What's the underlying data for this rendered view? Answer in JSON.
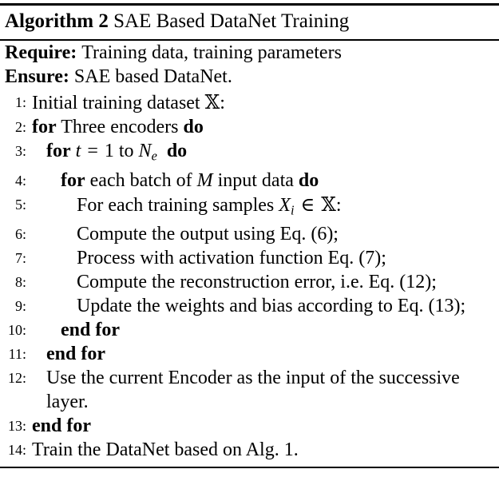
{
  "algorithm": {
    "label": "Algorithm 2",
    "title": "SAE Based DataNet Training",
    "require_keyword": "Require:",
    "require_text": "Training data, training parameters",
    "ensure_keyword": "Ensure:",
    "ensure_text": "SAE based DataNet.",
    "steps": [
      {
        "number": "1:",
        "indent": 1,
        "text": "Initial training dataset 𝕏:",
        "parts": {
          "lead": "Initial training dataset",
          "symbol": "𝕏",
          "trail": ":"
        }
      },
      {
        "number": "2:",
        "indent": 1,
        "text": "for Three encoders do",
        "parts": {
          "kw1": "for",
          "mid": "Three encoders",
          "kw2": "do"
        }
      },
      {
        "number": "3:",
        "indent": 2,
        "text": "for t = 1 to N_e do",
        "parts": {
          "kw1": "for",
          "var": "t",
          "eq": "=",
          "one": "1",
          "to": "to",
          "nvar": "N",
          "nsub": "e",
          "kw2": "do"
        }
      },
      {
        "number": "4:",
        "indent": 3,
        "text": "for each batch of M input data do",
        "parts": {
          "kw1": "for",
          "mid1": "each batch of",
          "mvar": "M",
          "mid2": "input data",
          "kw2": "do"
        }
      },
      {
        "number": "5:",
        "indent": 4,
        "text": "For each training samples X_i ∈ 𝕏:",
        "parts": {
          "lead": "For each training samples",
          "xvar": "X",
          "xsub": "i",
          "elem": "∈",
          "symbol": "𝕏",
          "trail": ":"
        }
      },
      {
        "number": "6:",
        "indent": 4,
        "text": "Compute the output using Eq. (6);"
      },
      {
        "number": "7:",
        "indent": 4,
        "text": "Process with activation function Eq. (7);"
      },
      {
        "number": "8:",
        "indent": 4,
        "text": "Compute the reconstruction error, i.e. Eq. (12);"
      },
      {
        "number": "9:",
        "indent": 4,
        "justified": true,
        "text": "Update the weights and bias according to Eq. (13);"
      },
      {
        "number": "10:",
        "indent": 3,
        "bold": true,
        "text": "end for"
      },
      {
        "number": "11:",
        "indent": 2,
        "bold": true,
        "text": "end for"
      },
      {
        "number": "12:",
        "indent": 2,
        "text": "Use the current Encoder as the input of the successive layer."
      },
      {
        "number": "13:",
        "indent": 1,
        "bold": true,
        "text": "end for"
      },
      {
        "number": "14:",
        "indent": 1,
        "text": "Train the DataNet based on Alg. 1."
      }
    ]
  }
}
